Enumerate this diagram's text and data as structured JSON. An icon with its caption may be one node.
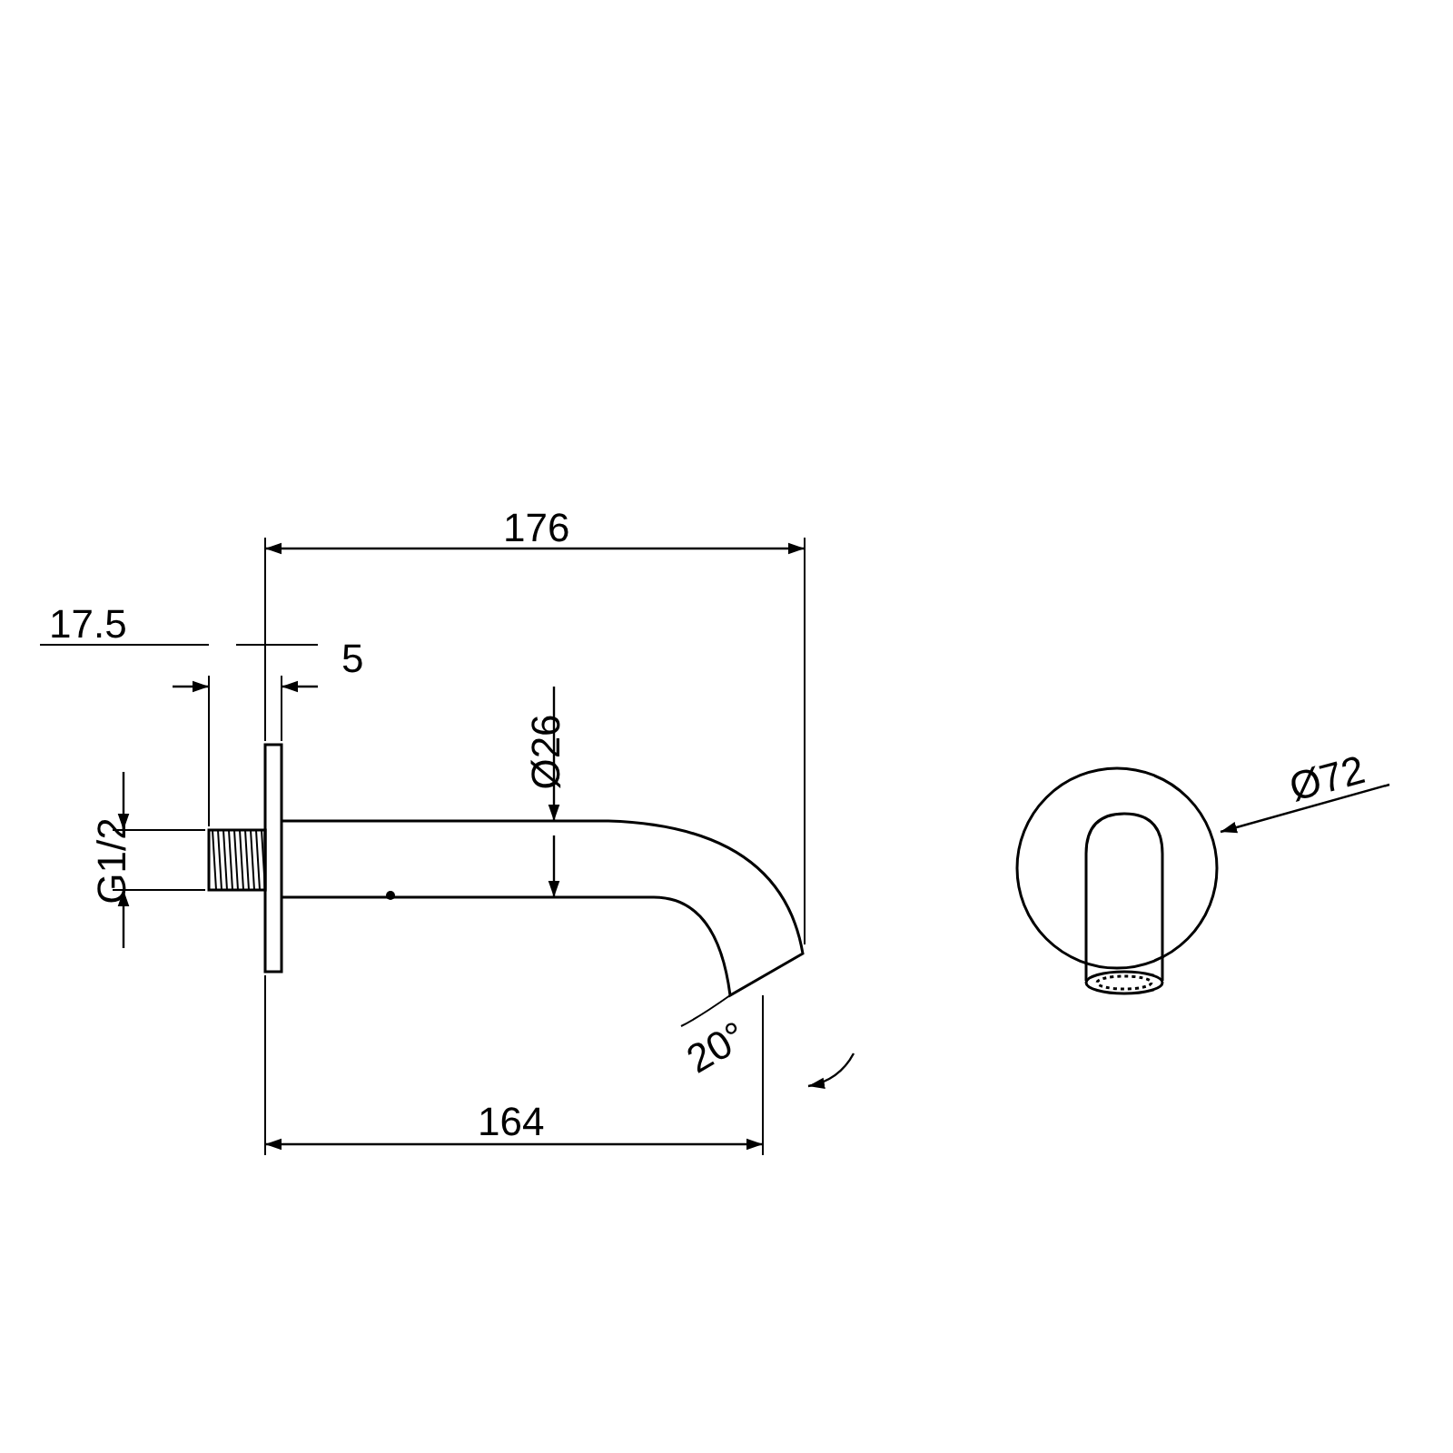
{
  "diagram": {
    "labels": [
      "176",
      "17.5",
      "5",
      "Ø26",
      "G1/2",
      "20°",
      "164",
      "Ø72"
    ]
  }
}
